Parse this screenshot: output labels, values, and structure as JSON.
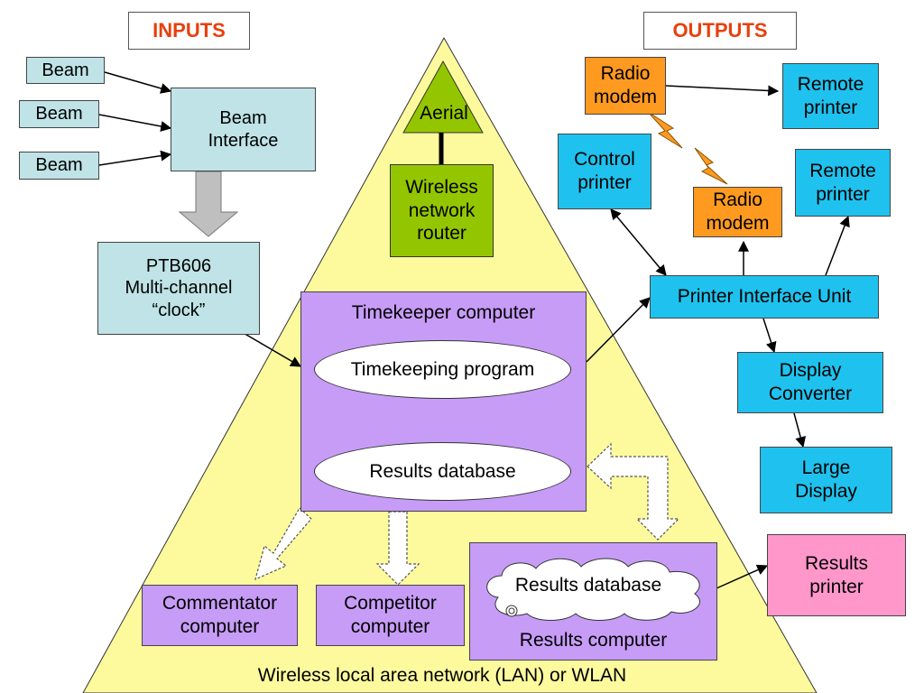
{
  "headers": {
    "inputs": "INPUTS",
    "outputs": "OUTPUTS"
  },
  "inputs": {
    "beams": [
      "Beam",
      "Beam",
      "Beam"
    ],
    "beam_interface": "Beam\nInterface",
    "clock": "PTB606\nMulti-channel\n“clock”"
  },
  "network": {
    "aerial": "Aerial",
    "router": "Wireless\nnetwork\nrouter",
    "label": "Wireless local area network (LAN) or WLAN"
  },
  "timekeeper": {
    "title": "Timekeeper computer",
    "program": "Timekeeping program",
    "database": "Results database"
  },
  "computers": {
    "commentator": "Commentator\ncomputer",
    "competitor": "Competitor\ncomputer",
    "results_db": "Results database",
    "results_computer": "Results computer"
  },
  "outputs": {
    "radio_modem_1": "Radio\nmodem",
    "radio_modem_2": "Radio\nmodem",
    "remote_printer_1": "Remote\nprinter",
    "remote_printer_2": "Remote\nprinter",
    "control_printer": "Control\nprinter",
    "printer_interface": "Printer Interface Unit",
    "display_converter": "Display\nConverter",
    "large_display": "Large\nDisplay",
    "results_printer": "Results\nprinter"
  },
  "colors": {
    "triangle": "#fdfa9e",
    "input_box": "#bfe3e6",
    "output_box": "#1fc2ee",
    "radio_modem": "#ff9a21",
    "router": "#94c600",
    "computer": "#c79cf7",
    "results_printer": "#ff97cb",
    "header_text": "#e8400c"
  }
}
